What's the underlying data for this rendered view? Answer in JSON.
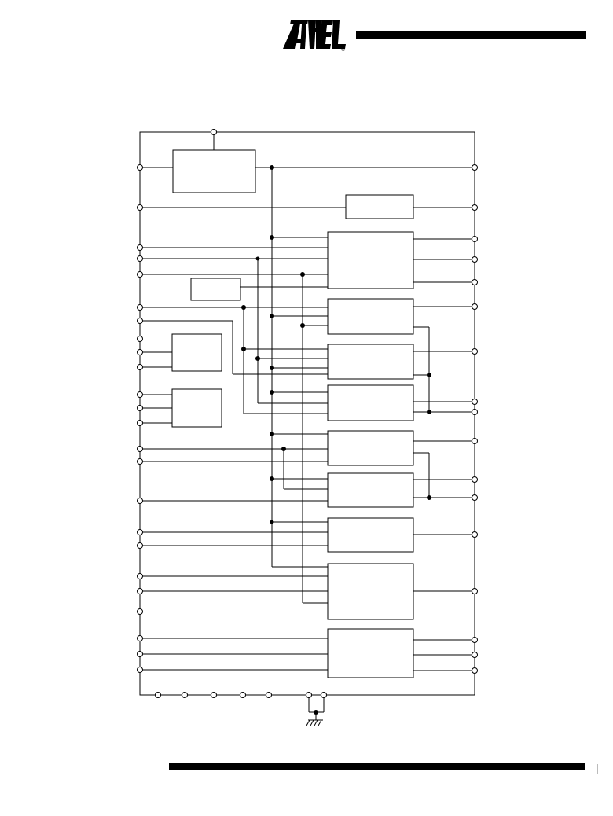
{
  "header": {
    "logo_text": "ATMEL",
    "logo_mark": "®"
  },
  "diagram": {
    "outline_color": "#000000",
    "background": "#ffffff",
    "pin_style": "hollow-circle",
    "junction_style": "filled-dot",
    "ground_symbol": "ground-icon"
  }
}
